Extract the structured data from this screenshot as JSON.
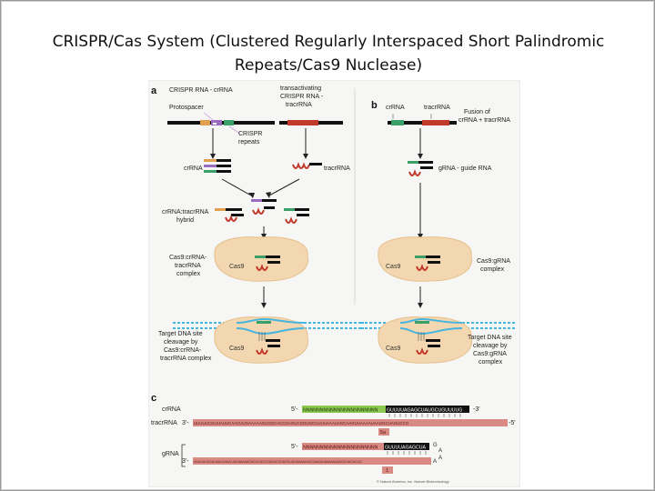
{
  "slide": {
    "title_line1": "CRISPR/Cas System (Clustered Regularly Interspaced Short Palindromic",
    "title_line2": "Repeats/Cas9 Nuclease)"
  },
  "figure": {
    "panel_a": {
      "letter": "a",
      "crispr_rna_label": "CRISPR RNA - crRNA",
      "transactivating_line1": "transactivating",
      "transactivating_line2": "CRISPR RNA -",
      "transactivating_line3": "tracrRNA",
      "protospacer": "Protospacer",
      "crispr_repeats_line1": "CRISPR",
      "crispr_repeats_line2": "repeats",
      "crrna": "crRNA",
      "tracrrna": "tracrRNA",
      "hybrid_line1": "crRNA:tracrRNA",
      "hybrid_line2": "hybrid",
      "complex_line1": "Cas9:crRNA-",
      "complex_line2": "tracrRNA",
      "complex_line3": "complex",
      "cas9": "Cas9",
      "target_line1": "Target DNA site",
      "target_line2": "cleavage by",
      "target_line3": "Cas9:crRNA-",
      "target_line4": "tracrRNA complex"
    },
    "panel_b": {
      "letter": "b",
      "crrna": "crRNA",
      "tracrrna": "tracrRNA",
      "fusion_line1": "Fusion of",
      "fusion_line2": "crRNA + tracrRNA",
      "grna": "gRNA - guide RNA",
      "cas9": "Cas9",
      "complex_line1": "Cas9:gRNA",
      "complex_line2": "complex",
      "target_line1": "Target DNA site",
      "target_line2": "cleavage by",
      "target_line3": "Cas9:gRNA",
      "target_line4": "complex"
    },
    "panel_c": {
      "letter": "c",
      "crrna": "crRNA",
      "tracrrna": "tracrRNA",
      "grna": "gRNA",
      "five_prime": "5'-",
      "three_prime": "-3'",
      "three_prime_left": "3'-",
      "five_prime_right": "-5'",
      "crrna_spacer_seq": "NNNNNNNNNNNNNNNNNNNNNN",
      "crrna_repeat_seq": "GUUUUAGAGCUAUGCUGUUUUG",
      "tracrrna_seq": "UUUUUCGUUAUUCAACUUGAAAAAGUGGCACCGAGUCGGUGCUUUUAAAUAGCAAGUUAAAAUAAGGCUAGUCCG",
      "grna_spacer_seq": "NNNNNNNNNNNNNNNNNNNNNN",
      "grna_repeat_seq": "GUUUUAGAGCUA",
      "grna_seq": "UUUUUUCGUUAUUCAACUUGAAAAAGUGGCACCGAGUCGGUGCUUUUAAAUAGCAAGUUAAAAUAAGGCUAGUCCG",
      "loop_a": "A",
      "loop_g": "G",
      "site_5a": "5a",
      "site_1": "1",
      "credit": "© Nature America, Inc. Nature Biotechnology"
    }
  }
}
